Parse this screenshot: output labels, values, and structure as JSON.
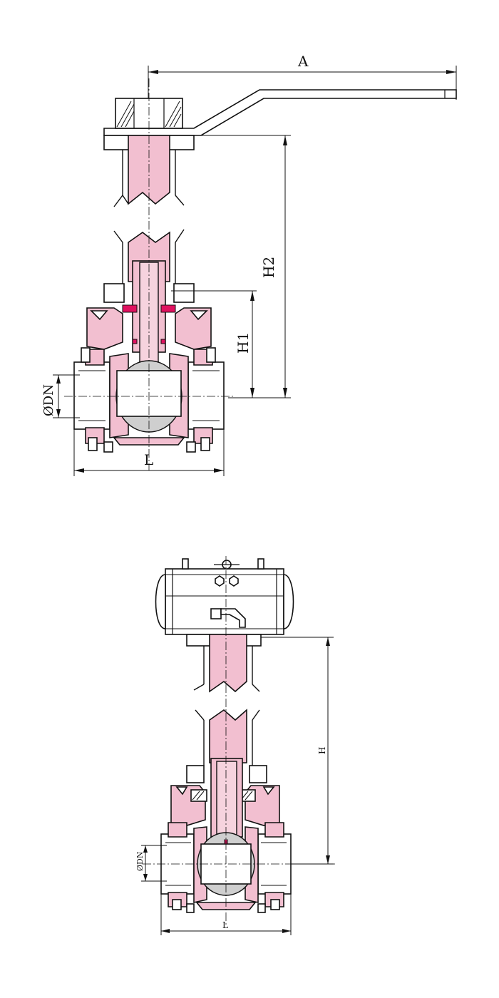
{
  "figure_top": {
    "dimensions": {
      "A": "A",
      "H2": "H2",
      "H1": "H1",
      "DN": "ØDN",
      "L": "L"
    }
  },
  "figure_bottom": {
    "dimensions": {
      "H": "H",
      "DN": "ØDN",
      "L": "L"
    }
  },
  "colors": {
    "body": "#f2bfd0",
    "seal": "#e0115f",
    "ball": "#cfcfcf",
    "line": "#111111"
  }
}
